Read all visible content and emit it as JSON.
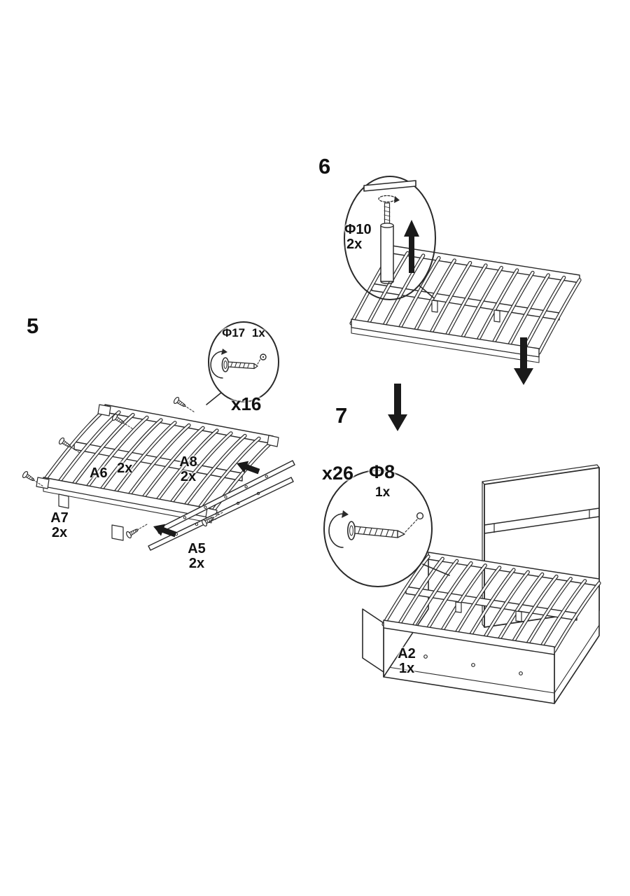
{
  "page": {
    "background": "#ffffff",
    "ink": "#2a2a2a",
    "arrow_color": "#1a1a1a"
  },
  "step5": {
    "number": "5",
    "callout": {
      "part": "Φ17",
      "qty": "1x",
      "count": "x16"
    },
    "parts": {
      "a6": {
        "id": "A6",
        "qty": "2x"
      },
      "a8": {
        "id": "A8",
        "qty": "2x"
      },
      "a7": {
        "id": "A7",
        "qty": "2x"
      },
      "a5": {
        "id": "A5",
        "qty": "2x"
      }
    }
  },
  "step6": {
    "number": "6",
    "callout": {
      "part": "Φ10",
      "qty": "2x"
    }
  },
  "step7": {
    "number": "7",
    "callout": {
      "count": "x26",
      "part": "Φ8",
      "qty": "1x"
    },
    "parts": {
      "a2": {
        "id": "A2",
        "qty": "1x"
      }
    }
  }
}
